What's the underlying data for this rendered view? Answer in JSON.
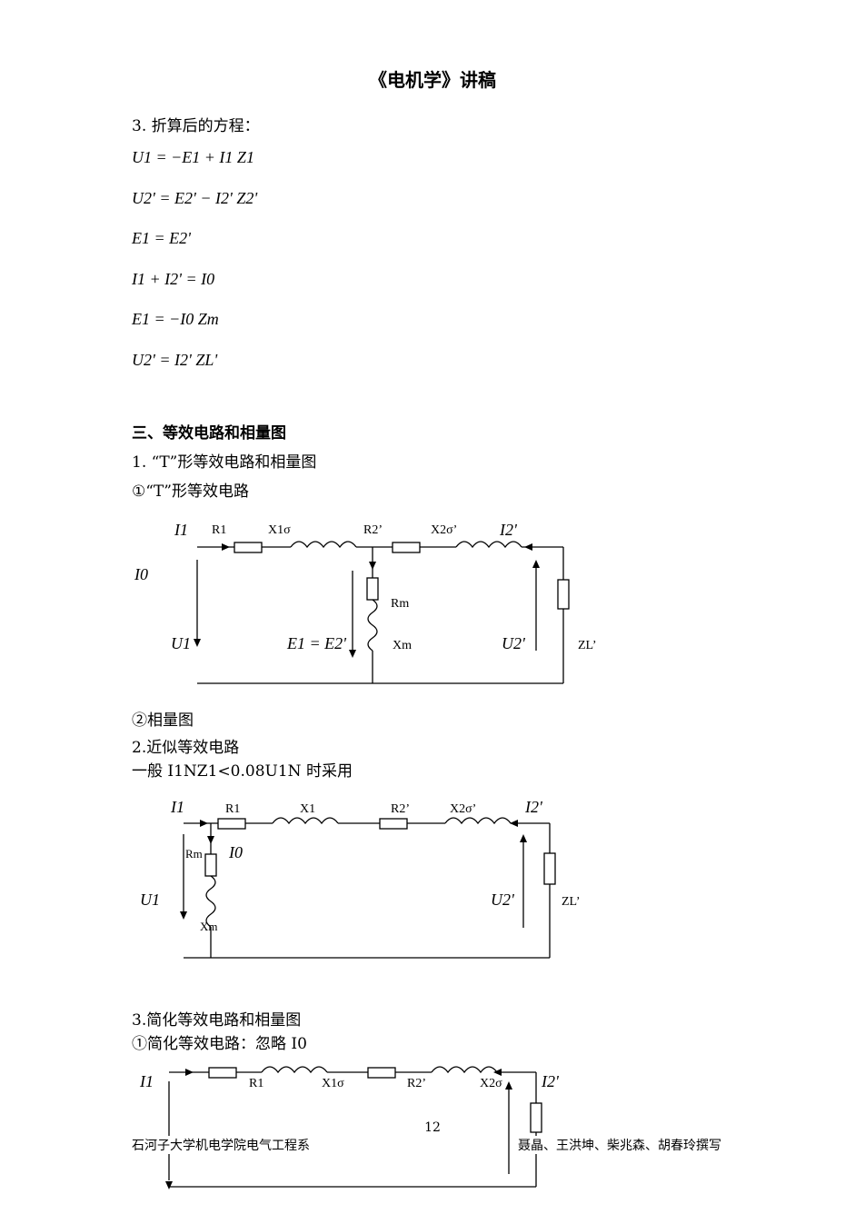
{
  "header": {
    "title": "《电机学》讲稿"
  },
  "sections": {
    "s3_heading": "3. 折算后的方程：",
    "equations": [
      "U1 = −E1 + I1 Z1",
      "U2' = E2' − I2' Z2'",
      "E1 = E2'",
      "I1 + I2' = I0",
      "E1 = −I0 Zm",
      "U2' = I2' ZL'"
    ],
    "part3_heading": "三、等效电路和相量图",
    "sub1_heading": "1. “T”形等效电路和相量图",
    "sub1a_heading": "①“T”形等效电路",
    "sub1b_heading": "②相量图",
    "sub2_heading": "2.近似等效电路",
    "sub2_note": "一般 I1NZ1<0.08U1N 时采用",
    "sub3_heading": "3.简化等效电路和相量图",
    "sub3a_heading": "①简化等效电路：忽略 I0"
  },
  "circuit_t": {
    "labels": {
      "i1": "I1",
      "r1": "R1",
      "x1s": "X1σ",
      "r2p": "R2’",
      "x2sp": "X2σ’",
      "i2p": "I2'",
      "i0": "I0",
      "rm": "Rm",
      "xm": "Xm",
      "u1": "U1",
      "e": "E1 = E2'",
      "u2p": "U2'",
      "zlp": "ZL’"
    }
  },
  "circuit_approx": {
    "labels": {
      "i1": "I1",
      "r1": "R1",
      "x1": "X1",
      "r2p": "R2’",
      "x2p": "X2σ’",
      "i2p": "I2'",
      "rm": "Rm",
      "i0": "I0",
      "u1": "U1",
      "xm": "Xm",
      "u2p": "U2'",
      "zlp": "ZL’"
    }
  },
  "circuit_simple": {
    "labels": {
      "i1": "I1",
      "r1": "R1",
      "x1s": "X1σ",
      "r2p": "R2’",
      "x2s": "X2σ",
      "i2p": "I2'"
    }
  },
  "footer": {
    "page_number": "12",
    "left": "石河子大学机电学院电气工程系",
    "right": "聂晶、王洪坤、柴兆森、胡春玲撰写"
  }
}
